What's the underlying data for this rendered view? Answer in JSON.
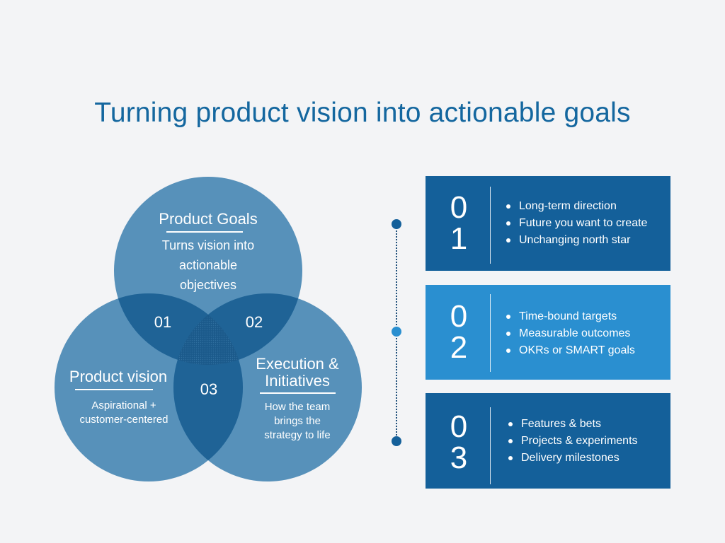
{
  "title": "Turning product vision into actionable goals",
  "venn": {
    "top": {
      "heading": "Product Goals",
      "body": [
        "Turns vision into",
        "actionable",
        "objectives"
      ]
    },
    "left": {
      "heading": "Product vision",
      "body": [
        "Aspirational +",
        "customer-centered"
      ]
    },
    "right": {
      "heading": [
        "Execution &",
        "Initiatives"
      ],
      "body": [
        "How the team",
        "brings the",
        "strategy to life"
      ]
    },
    "overlaps": {
      "top_left": "01",
      "top_right": "02",
      "center": "03"
    }
  },
  "cards": [
    {
      "number_lines": [
        "0",
        "1"
      ],
      "items": [
        "Long-term direction",
        "Future you want to create",
        "Unchanging north star"
      ],
      "color": "#14609a"
    },
    {
      "number_lines": [
        "0",
        "2"
      ],
      "items": [
        "Time-bound targets",
        "Measurable outcomes",
        "OKRs or SMART goals"
      ],
      "color": "#2a8fd0"
    },
    {
      "number_lines": [
        "0",
        "3"
      ],
      "items": [
        "Features & bets",
        "Projects & experiments",
        "Delivery milestones"
      ],
      "color": "#14609a"
    }
  ],
  "colors": {
    "title": "#14679f",
    "circle": "#4a88b4",
    "dark_card": "#14609a",
    "light_card": "#2a8fd0",
    "timeline_dark": "#14609a",
    "timeline_light": "#2a8fd0"
  }
}
